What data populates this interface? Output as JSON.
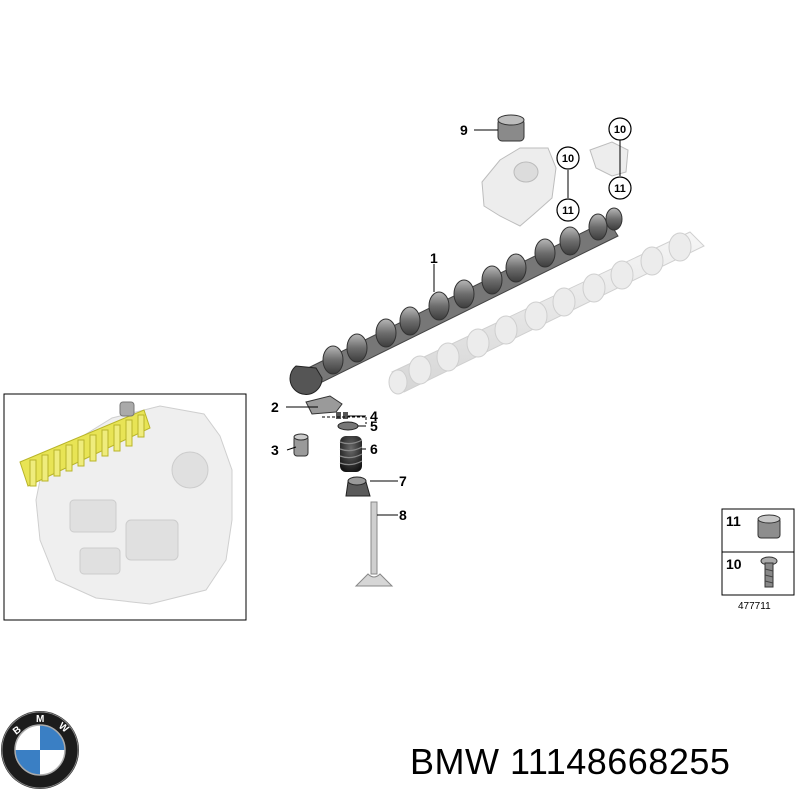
{
  "callouts": {
    "c1": "1",
    "c2": "2",
    "c3": "3",
    "c4": "4",
    "c5": "5",
    "c6": "6",
    "c7": "7",
    "c8": "8",
    "c9": "9",
    "c10a": "10",
    "c10b": "10",
    "c11a": "11",
    "c11b": "11"
  },
  "legend": {
    "item_11": "11",
    "item_10": "10",
    "ref_number": "477711"
  },
  "logo": {
    "letters": "BMW"
  },
  "caption": {
    "brand": "BMW",
    "part_number": "11148668255"
  },
  "colors": {
    "highlight_yellow": "#e8e455",
    "part_grey": "#7a7a7a",
    "ghost_grey": "#e6e6e6",
    "bmw_blue": "#3a7fc4"
  }
}
